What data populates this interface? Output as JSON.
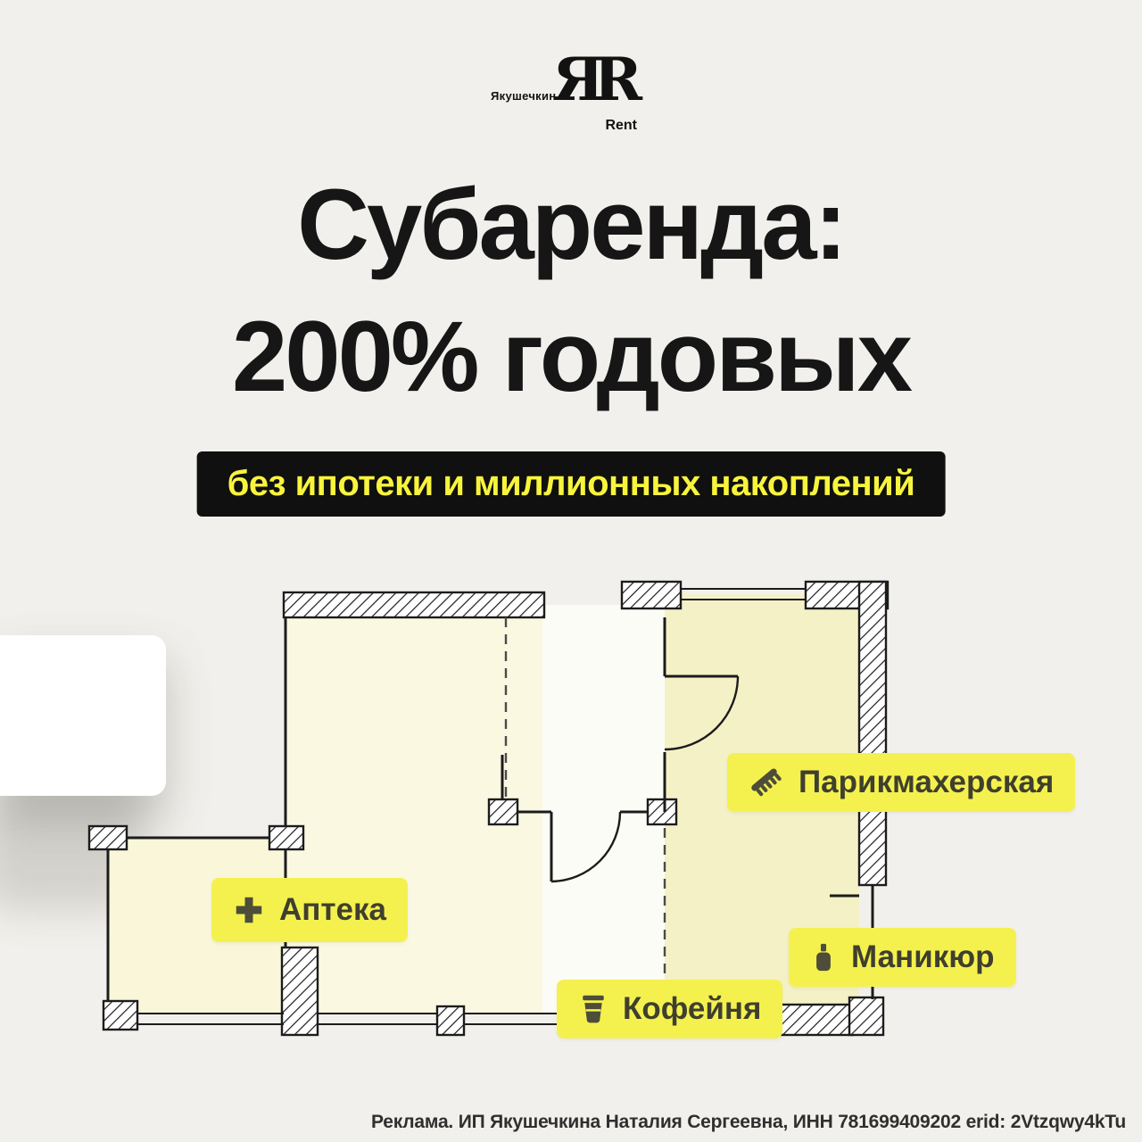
{
  "logo": {
    "monogram": "ЯR",
    "name": "Якушечкин",
    "sub": "Rent"
  },
  "headline": {
    "line1": "Субаренда:",
    "line2": "200% годовых"
  },
  "banner": {
    "text": "без ипотеки и миллионных накоплений"
  },
  "floorplan": {
    "labels": [
      {
        "id": "pharmacy",
        "text": "Аптека",
        "icon": "pharmacy-cross-icon"
      },
      {
        "id": "hairdresser",
        "text": "Парикмахерская",
        "icon": "comb-icon"
      },
      {
        "id": "manicure",
        "text": "Маникюр",
        "icon": "nail-polish-icon"
      },
      {
        "id": "coffee-shop",
        "text": "Кофейня",
        "icon": "coffee-cup-icon"
      }
    ]
  },
  "footer": {
    "text": "Реклама. ИП Якушечкина Наталия Сергеевна, ИНН 781699409202 erid: 2Vtzqwy4kTu"
  },
  "colors": {
    "background": "#f2f0ec",
    "accent_yellow": "#f4f14f",
    "banner_bg": "#101010",
    "banner_text": "#f8f43c",
    "ink": "#161616",
    "icon": "#4d4d39"
  }
}
